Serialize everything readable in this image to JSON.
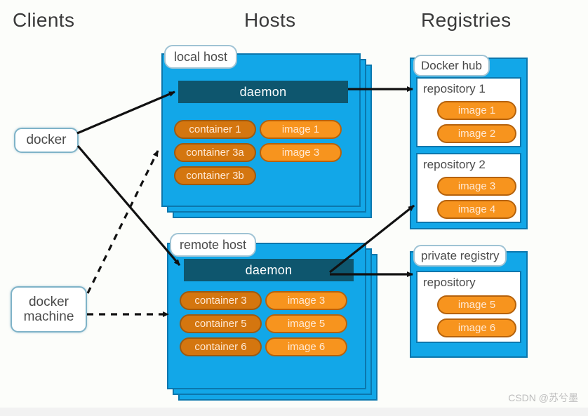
{
  "headings": {
    "clients": "Clients",
    "hosts": "Hosts",
    "registries": "Registries"
  },
  "clients": [
    {
      "id": "docker",
      "label": "docker"
    },
    {
      "id": "docker-machine",
      "label": "docker machine"
    }
  ],
  "hosts": [
    {
      "id": "local-host",
      "tab_label": "local host",
      "daemon_label": "daemon",
      "containers": [
        "container 1",
        "container 3a",
        "container 3b"
      ],
      "images": [
        "image 1",
        "image 3"
      ]
    },
    {
      "id": "remote-host",
      "tab_label": "remote host",
      "daemon_label": "daemon",
      "containers": [
        "container 3",
        "container 5",
        "container 6"
      ],
      "images": [
        "image 3",
        "image 5",
        "image 6"
      ]
    }
  ],
  "registries": [
    {
      "id": "docker-hub",
      "tab_label": "Docker hub",
      "repositories": [
        {
          "label": "repository 1",
          "images": [
            "image 1",
            "image 2"
          ]
        },
        {
          "label": "repository 2",
          "images": [
            "image 3",
            "image 4"
          ]
        }
      ]
    },
    {
      "id": "private-registry",
      "tab_label": "private registry",
      "repositories": [
        {
          "label": "repository",
          "images": [
            "image 5",
            "image 6"
          ]
        }
      ]
    }
  ],
  "colors": {
    "host_blue": "#12a7e8",
    "host_blue_border": "#0b77ad",
    "daemon_teal": "#0e566e",
    "container_orange": "#d4760f",
    "image_orange": "#f7941e",
    "background": "#fcfdfa",
    "client_border": "#7fb3c8"
  },
  "connectors": [
    {
      "id": "docker-to-local-daemon",
      "from": "docker",
      "to": "local host daemon",
      "style": "solid"
    },
    {
      "id": "docker-to-remote-daemon",
      "from": "docker",
      "to": "remote host daemon",
      "style": "solid"
    },
    {
      "id": "docker-machine-to-local-host",
      "from": "docker machine",
      "to": "local host",
      "style": "dashed"
    },
    {
      "id": "docker-machine-to-remote-host",
      "from": "docker machine",
      "to": "remote host",
      "style": "dashed"
    },
    {
      "id": "local-daemon-to-repository-1",
      "from": "local host daemon",
      "to": "repository 1",
      "style": "solid"
    },
    {
      "id": "remote-daemon-to-repository-2",
      "from": "remote host daemon",
      "to": "repository 2",
      "style": "solid"
    },
    {
      "id": "remote-daemon-to-private-registry",
      "from": "remote host daemon",
      "to": "private registry",
      "style": "solid"
    }
  ],
  "watermark": "CSDN @苏兮墨"
}
